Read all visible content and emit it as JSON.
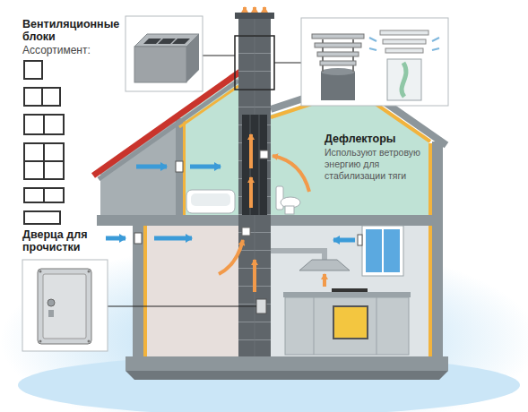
{
  "diagram": {
    "labels": [
      "Вентиляционные блоки",
      "Ассортимент:",
      "Дефлекторы",
      "Используют ветровую энергию для стабилизации тяги",
      "Дверца для прочистки"
    ]
  }
}
